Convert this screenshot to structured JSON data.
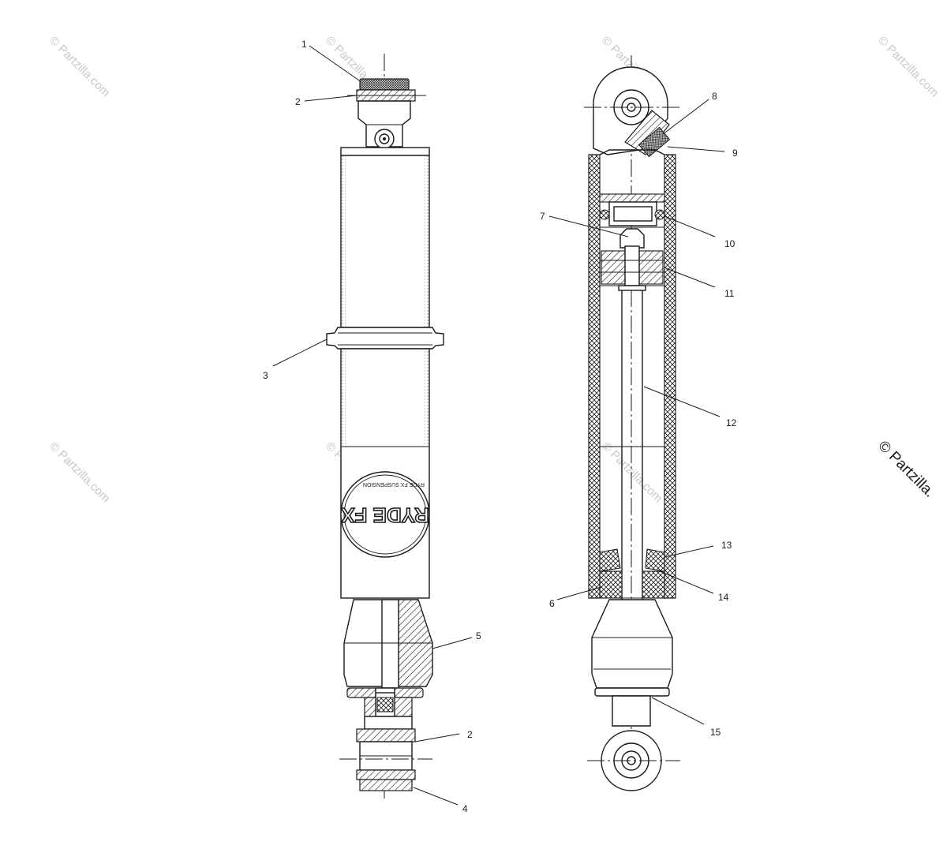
{
  "watermark": {
    "text": "© Partzilla.com",
    "side_text": "© Partzilla."
  },
  "logo": {
    "text": "RYDE FX",
    "subtext": "RYDE FX SUSPENSION"
  },
  "callouts": [
    {
      "id": "c1",
      "label": "1"
    },
    {
      "id": "c2a",
      "label": "2"
    },
    {
      "id": "c3",
      "label": "3"
    },
    {
      "id": "c5",
      "label": "5"
    },
    {
      "id": "c2b",
      "label": "2"
    },
    {
      "id": "c4",
      "label": "4"
    },
    {
      "id": "c8",
      "label": "8"
    },
    {
      "id": "c9",
      "label": "9"
    },
    {
      "id": "c7",
      "label": "7"
    },
    {
      "id": "c10",
      "label": "10"
    },
    {
      "id": "c11",
      "label": "11"
    },
    {
      "id": "c12",
      "label": "12"
    },
    {
      "id": "c13",
      "label": "13"
    },
    {
      "id": "c6",
      "label": "6"
    },
    {
      "id": "c14",
      "label": "14"
    },
    {
      "id": "c15",
      "label": "15"
    }
  ],
  "colors": {
    "line": "#1a1a1a",
    "watermark": "#c8c8c8",
    "background": "#ffffff"
  }
}
